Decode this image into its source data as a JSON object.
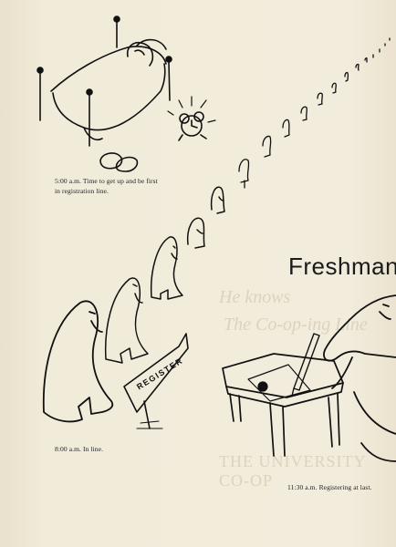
{
  "page": {
    "title": "Freshman:",
    "bleed_through": {
      "line1": "He knows",
      "line2": "The Co-op-ing Line",
      "line3": "THE UNIVERSITY CO-OP"
    }
  },
  "panels": [
    {
      "caption": "5:00 a.m. Time to get up and be first in registration line."
    },
    {
      "caption": "8:00 a.m. In line."
    },
    {
      "caption": "11:30 a.m. Registering at last."
    }
  ],
  "sign": {
    "text": "REGISTER"
  },
  "icons": [
    "bed-icon",
    "alarm-clock-icon",
    "slippers-icon",
    "student-figure-icon",
    "signpost-icon",
    "desk-icon",
    "pen-icon",
    "paper-icon",
    "hand-icon"
  ]
}
